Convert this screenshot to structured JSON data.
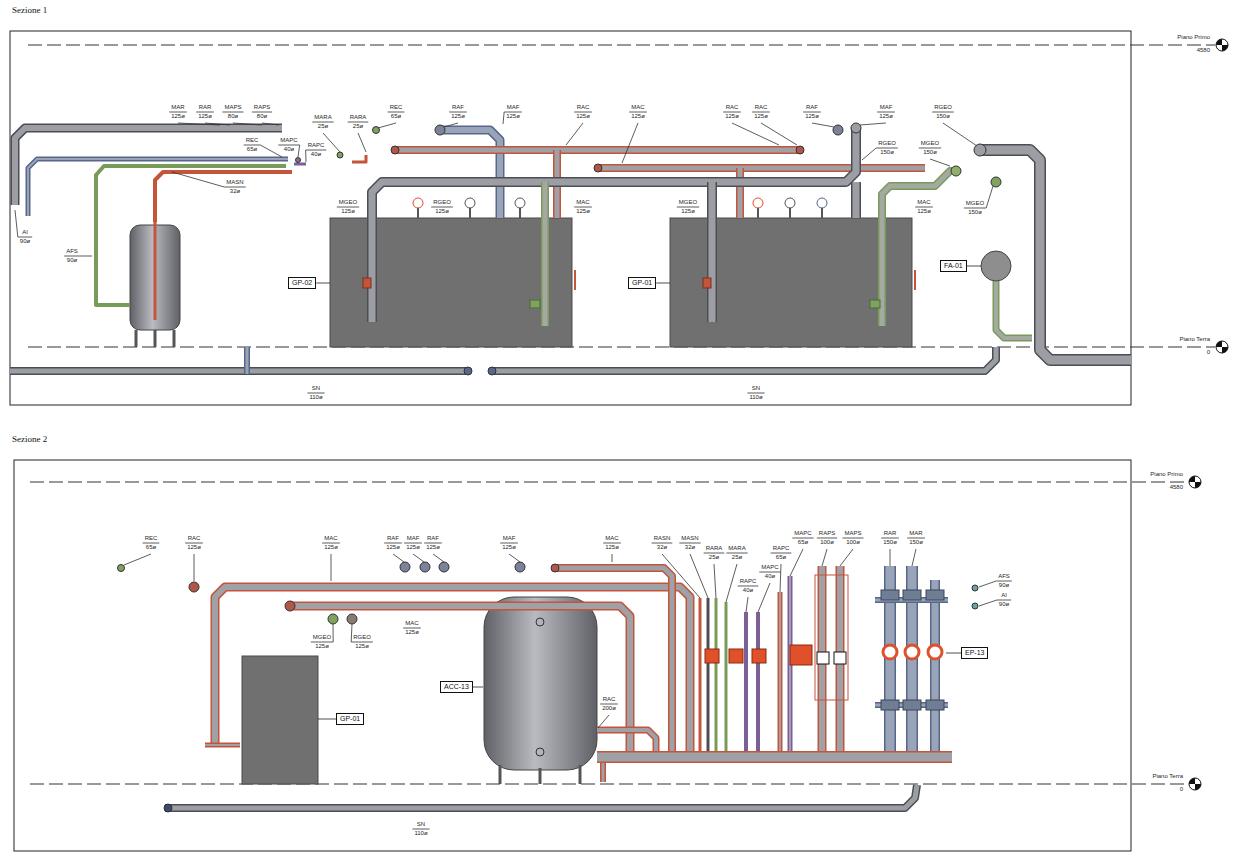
{
  "diagram": {
    "nodes": [
      {
        "text": [
          "GP-02"
        ]
      },
      {
        "text": [
          "GP-01"
        ]
      },
      {
        "text": [
          "FA-01"
        ]
      },
      {
        "text": [
          "GP-01"
        ]
      },
      {
        "text": [
          "ACC-13"
        ]
      },
      {
        "text": [
          "EP-13"
        ]
      }
    ],
    "labels": [
      "Sezione 1",
      "Piano Primo",
      "4580",
      "Piano Terra",
      "0",
      "Sezione 2",
      "Piano Primo",
      "4580",
      "Piano Terra",
      "0",
      "MAR",
      "125ø",
      "RAR",
      "125ø",
      "MAPS",
      "80ø",
      "RAPS",
      "80ø",
      "REC",
      "65ø",
      "MAPC",
      "40ø",
      "RAPC",
      "40ø",
      "MARA",
      "25ø",
      "RARA",
      "25ø",
      "REC",
      "65ø",
      "MASN",
      "32ø",
      "AI",
      "90ø",
      "AFS",
      "90ø",
      "RAF",
      "125ø",
      "MAF",
      "125ø",
      "RAC",
      "125ø",
      "MAC",
      "125ø",
      "RAC",
      "125ø",
      "RAC",
      "125ø",
      "RAF",
      "125ø",
      "MAF",
      "125ø",
      "RGEO",
      "150ø",
      "RGEO",
      "150ø",
      "MGEO",
      "150ø",
      "MGEO",
      "150ø",
      "RGEO",
      "125ø",
      "MGEO",
      "125ø",
      "MAC",
      "125ø",
      "MGEO",
      "125ø",
      "MAC",
      "125ø",
      "SN",
      "110ø",
      "SN",
      "110ø",
      "REC",
      "65ø",
      "RAC",
      "125ø",
      "MAC",
      "125ø",
      "RAF",
      "125ø",
      "MAF",
      "125ø",
      "RAF",
      "125ø",
      "MAF",
      "125ø",
      "MAC",
      "125ø",
      "RASN",
      "32ø",
      "MASN",
      "32ø",
      "RARA",
      "25ø",
      "MARA",
      "25ø",
      "RAPC",
      "40ø",
      "MAPC",
      "40ø",
      "RAPC",
      "65ø",
      "MAPC",
      "65ø",
      "RAPS",
      "100ø",
      "MAPS",
      "100ø",
      "RAR",
      "150ø",
      "MAR",
      "150ø",
      "AFS",
      "90ø",
      "AI",
      "90ø",
      "MGEO",
      "125ø",
      "RGEO",
      "125ø",
      "MAC",
      "125ø",
      "RAC",
      "200ø",
      "SN",
      "110ø"
    ]
  }
}
